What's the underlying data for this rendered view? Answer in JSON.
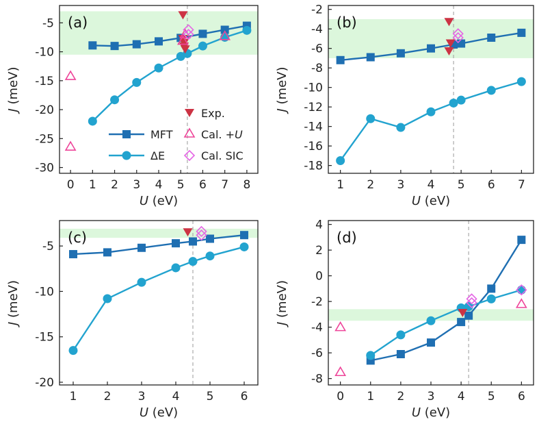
{
  "colors": {
    "mft": "#1f6fb2",
    "de": "#22a3cf",
    "exp": "#cc3344",
    "cal_u": "#ee4499",
    "cal_sic": "#e566e5",
    "band": "#dcf7dc",
    "vline": "#aaaaaa"
  },
  "legend": {
    "exp": "Exp.",
    "mft": "MFT",
    "de": "ΔE",
    "cal_u_prefix": "Cal. +",
    "cal_u_italic": "U",
    "cal_sic": "Cal. SIC"
  },
  "axis_text": {
    "x_italic": "U",
    "x_rest": " (eV)",
    "y_italic": "J",
    "y_rest": " (meV)"
  },
  "chart_data": [
    {
      "type": "line",
      "panel_label": "(a)",
      "xlim": [
        -0.5,
        8.5
      ],
      "ylim": [
        -31,
        -2
      ],
      "xticks": [
        0,
        1,
        2,
        3,
        4,
        5,
        6,
        7,
        8
      ],
      "yticks": [
        -30,
        -25,
        -20,
        -15,
        -10,
        -5
      ],
      "band": [
        -10.5,
        -3
      ],
      "vline_x": 5.3,
      "series": [
        {
          "name": "MFT",
          "marker": "square",
          "x": [
            1,
            2,
            3,
            4,
            5,
            6,
            7,
            8
          ],
          "y": [
            -8.9,
            -9.0,
            -8.7,
            -8.2,
            -7.6,
            -6.9,
            -6.2,
            -5.5
          ]
        },
        {
          "name": "ΔE",
          "marker": "circle",
          "x": [
            1,
            2,
            3,
            4,
            5,
            5.3,
            6,
            7,
            8
          ],
          "y": [
            -22.0,
            -18.3,
            -15.3,
            -12.8,
            -10.8,
            -10.3,
            -9.0,
            -7.5,
            -6.3
          ]
        },
        {
          "name": "Exp.",
          "marker": "triangle-down",
          "x": [
            5.1,
            5.1,
            5.15,
            5.15,
            5.2
          ],
          "y": [
            -3.7,
            -7.8,
            -8.5,
            -9.1,
            -9.6
          ]
        },
        {
          "name": "Cal. +U",
          "marker": "triangle-up-open",
          "x": [
            0,
            0,
            5.1,
            5.2,
            7
          ],
          "y": [
            -14.2,
            -26.4,
            -8.1,
            -7.0,
            -7.3
          ]
        },
        {
          "name": "Cal. SIC",
          "marker": "diamond-open",
          "x": [
            5.35,
            5.35
          ],
          "y": [
            -6.2,
            -7.0
          ]
        }
      ]
    },
    {
      "type": "line",
      "panel_label": "(b)",
      "xlim": [
        0.6,
        7.4
      ],
      "ylim": [
        -18.8,
        -1.6
      ],
      "xticks": [
        1,
        2,
        3,
        4,
        5,
        6,
        7
      ],
      "yticks": [
        -18,
        -16,
        -14,
        -12,
        -10,
        -8,
        -6,
        -4,
        -2
      ],
      "band": [
        -7,
        -3
      ],
      "vline_x": 4.75,
      "series": [
        {
          "name": "MFT",
          "marker": "square",
          "x": [
            1,
            2,
            3,
            4,
            4.75,
            5,
            6,
            7
          ],
          "y": [
            -7.2,
            -6.9,
            -6.5,
            -6.0,
            -5.6,
            -5.5,
            -4.9,
            -4.4
          ]
        },
        {
          "name": "ΔE",
          "marker": "circle",
          "x": [
            1,
            2,
            3,
            4,
            4.75,
            5,
            6,
            7
          ],
          "y": [
            -17.5,
            -13.2,
            -14.1,
            -12.5,
            -11.6,
            -11.3,
            -10.3,
            -9.4
          ]
        },
        {
          "name": "Exp.",
          "marker": "triangle-down",
          "x": [
            4.6,
            4.65,
            4.6
          ],
          "y": [
            -3.3,
            -5.5,
            -6.3
          ]
        },
        {
          "name": "Cal. SIC",
          "marker": "diamond-open",
          "x": [
            4.9,
            4.9
          ],
          "y": [
            -4.5,
            -4.9
          ]
        }
      ]
    },
    {
      "type": "line",
      "panel_label": "(c)",
      "xlim": [
        0.6,
        6.4
      ],
      "ylim": [
        -20.3,
        -2.2
      ],
      "xticks": [
        1,
        2,
        3,
        4,
        5,
        6
      ],
      "yticks": [
        -20,
        -15,
        -10,
        -5
      ],
      "band": [
        -4.1,
        -3.1
      ],
      "vline_x": 4.5,
      "series": [
        {
          "name": "MFT",
          "marker": "square",
          "x": [
            1,
            2,
            3,
            4,
            4.5,
            5,
            6
          ],
          "y": [
            -5.9,
            -5.7,
            -5.2,
            -4.7,
            -4.5,
            -4.2,
            -3.8
          ]
        },
        {
          "name": "ΔE",
          "marker": "circle",
          "x": [
            1,
            2,
            3,
            4,
            4.5,
            5,
            6
          ],
          "y": [
            -16.5,
            -10.8,
            -9.0,
            -7.4,
            -6.7,
            -6.1,
            -5.1
          ]
        },
        {
          "name": "Exp.",
          "marker": "triangle-down",
          "x": [
            4.35
          ],
          "y": [
            -3.5
          ]
        },
        {
          "name": "Cal. SIC",
          "marker": "diamond-open",
          "x": [
            4.75,
            4.75
          ],
          "y": [
            -3.4,
            -3.8
          ]
        }
      ]
    },
    {
      "type": "line",
      "panel_label": "(d)",
      "xlim": [
        -0.4,
        6.4
      ],
      "ylim": [
        -8.5,
        4.3
      ],
      "xticks": [
        0,
        1,
        2,
        3,
        4,
        5,
        6
      ],
      "yticks": [
        -8,
        -6,
        -4,
        -2,
        0,
        2,
        4
      ],
      "band": [
        -3.5,
        -2.6
      ],
      "vline_x": 4.25,
      "series": [
        {
          "name": "MFT",
          "marker": "square",
          "x": [
            1,
            2,
            3,
            4,
            4.25,
            5,
            6
          ],
          "y": [
            -6.6,
            -6.1,
            -5.2,
            -3.6,
            -3.1,
            -1.0,
            2.8
          ]
        },
        {
          "name": "ΔE",
          "marker": "circle",
          "x": [
            1,
            2,
            3,
            4,
            4.25,
            5,
            6
          ],
          "y": [
            -6.2,
            -4.6,
            -3.5,
            -2.5,
            -2.4,
            -1.8,
            -1.1
          ]
        },
        {
          "name": "Exp.",
          "marker": "triangle-down",
          "x": [
            4.05
          ],
          "y": [
            -2.9
          ]
        },
        {
          "name": "Cal. +U",
          "marker": "triangle-up-open",
          "x": [
            0,
            0,
            6
          ],
          "y": [
            -4.0,
            -7.5,
            -2.2
          ]
        },
        {
          "name": "Cal. SIC",
          "marker": "diamond-open",
          "x": [
            4.35,
            4.35,
            6
          ],
          "y": [
            -1.8,
            -2.1,
            -1.1
          ]
        }
      ]
    }
  ]
}
